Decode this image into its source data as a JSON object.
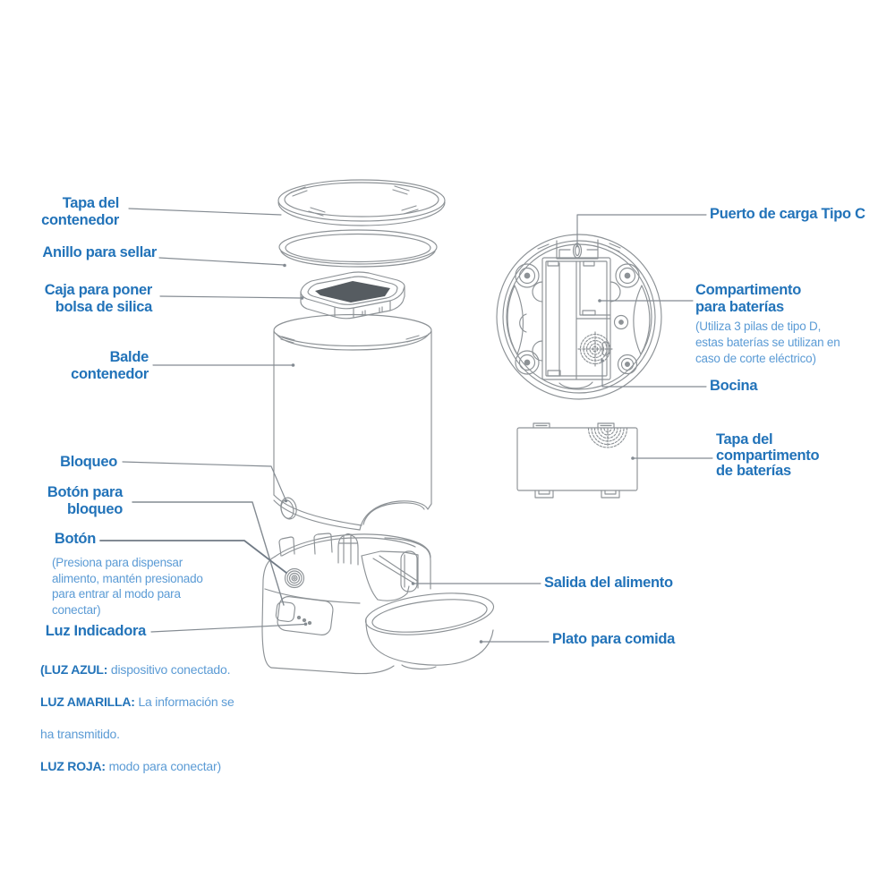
{
  "palette": {
    "heading_blue": "#2273B9",
    "body_blue": "#5B9BD5",
    "line_art_gray": "#8D9296",
    "leader_gray": "#848B92"
  },
  "labels": {
    "tapa_contenedor": "Tapa del\ncontenedor",
    "anillo_sellar": "Anillo para sellar",
    "caja_silica": "Caja para poner\nbolsa de silica",
    "balde_contenedor": "Balde\ncontenedor",
    "bloqueo": "Bloqueo",
    "boton_bloqueo": "Botón para\nbloqueo",
    "boton": "Botón",
    "boton_desc": "(Presiona para dispensar\nalimento, mantén presionado\npara entrar al modo para\nconectar)",
    "luz_indicadora": "Luz Indicadora",
    "luz_desc_lines": [
      {
        "b": "(LUZ AZUL:",
        "t": " dispositivo conectado."
      },
      {
        "b": "LUZ AMARILLA:",
        "t": " La información se"
      },
      {
        "b": "",
        "t": "ha transmitido."
      },
      {
        "b": "LUZ ROJA:",
        "t": " modo para conectar)"
      }
    ],
    "puerto_carga": "Puerto de carga Tipo C",
    "compartimento": "Compartimento\npara baterías",
    "compartimento_desc": "(Utiliza 3 pilas de tipo D,\nestas baterías se utilizan en\ncaso de corte eléctrico)",
    "bocina": "Bocina",
    "tapa_baterias": "Tapa del\ncompartimento\nde baterías",
    "salida_alimento": "Salida del alimento",
    "plato_comida": "Plato para comida"
  }
}
